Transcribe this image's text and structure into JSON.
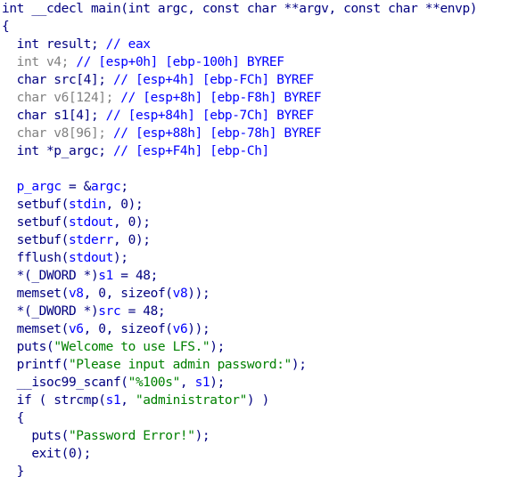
{
  "pseudocode": {
    "lines": [
      {
        "tokens": [
          {
            "t": "int __cdecl main(int argc, const char **argv, const char **envp)",
            "c": "plain"
          }
        ]
      },
      {
        "tokens": [
          {
            "t": "{",
            "c": "plain"
          }
        ]
      },
      {
        "tokens": [
          {
            "t": "  int result; ",
            "c": "plain"
          },
          {
            "t": "// eax",
            "c": "cmt"
          }
        ]
      },
      {
        "tokens": [
          {
            "t": "  int v4; ",
            "c": "unused"
          },
          {
            "t": "// [esp+0h] [ebp-100h] BYREF",
            "c": "cmt"
          }
        ]
      },
      {
        "tokens": [
          {
            "t": "  char src[4]; ",
            "c": "plain"
          },
          {
            "t": "// [esp+4h] [ebp-FCh] BYREF",
            "c": "cmt"
          }
        ]
      },
      {
        "tokens": [
          {
            "t": "  char v6[124]; ",
            "c": "unused"
          },
          {
            "t": "// [esp+8h] [ebp-F8h] BYREF",
            "c": "cmt"
          }
        ]
      },
      {
        "tokens": [
          {
            "t": "  char s1[4]; ",
            "c": "plain"
          },
          {
            "t": "// [esp+84h] [ebp-7Ch] BYREF",
            "c": "cmt"
          }
        ]
      },
      {
        "tokens": [
          {
            "t": "  char v8[96]; ",
            "c": "unused"
          },
          {
            "t": "// [esp+88h] [ebp-78h] BYREF",
            "c": "cmt"
          }
        ]
      },
      {
        "tokens": [
          {
            "t": "  int *p_argc; ",
            "c": "plain"
          },
          {
            "t": "// [esp+F4h] [ebp-Ch]",
            "c": "cmt"
          }
        ]
      },
      {
        "tokens": [
          {
            "t": "",
            "c": "plain"
          }
        ]
      },
      {
        "tokens": [
          {
            "t": "  ",
            "c": "plain"
          },
          {
            "t": "p_argc",
            "c": "var"
          },
          {
            "t": " = &",
            "c": "plain"
          },
          {
            "t": "argc",
            "c": "var"
          },
          {
            "t": ";",
            "c": "plain"
          }
        ]
      },
      {
        "tokens": [
          {
            "t": "  setbuf(",
            "c": "plain"
          },
          {
            "t": "stdin",
            "c": "var"
          },
          {
            "t": ", 0);",
            "c": "plain"
          }
        ]
      },
      {
        "tokens": [
          {
            "t": "  setbuf(",
            "c": "plain"
          },
          {
            "t": "stdout",
            "c": "var"
          },
          {
            "t": ", 0);",
            "c": "plain"
          }
        ]
      },
      {
        "tokens": [
          {
            "t": "  setbuf(",
            "c": "plain"
          },
          {
            "t": "stderr",
            "c": "var"
          },
          {
            "t": ", 0);",
            "c": "plain"
          }
        ]
      },
      {
        "tokens": [
          {
            "t": "  fflush(",
            "c": "plain"
          },
          {
            "t": "stdout",
            "c": "var"
          },
          {
            "t": ");",
            "c": "plain"
          }
        ]
      },
      {
        "tokens": [
          {
            "t": "  *(_DWORD *)",
            "c": "plain"
          },
          {
            "t": "s1",
            "c": "var"
          },
          {
            "t": " = 48;",
            "c": "plain"
          }
        ]
      },
      {
        "tokens": [
          {
            "t": "  memset(",
            "c": "plain"
          },
          {
            "t": "v8",
            "c": "var"
          },
          {
            "t": ", 0, sizeof(",
            "c": "plain"
          },
          {
            "t": "v8",
            "c": "var"
          },
          {
            "t": "));",
            "c": "plain"
          }
        ]
      },
      {
        "tokens": [
          {
            "t": "  *(_DWORD *)",
            "c": "plain"
          },
          {
            "t": "src",
            "c": "var"
          },
          {
            "t": " = 48;",
            "c": "plain"
          }
        ]
      },
      {
        "tokens": [
          {
            "t": "  memset(",
            "c": "plain"
          },
          {
            "t": "v6",
            "c": "var"
          },
          {
            "t": ", 0, sizeof(",
            "c": "plain"
          },
          {
            "t": "v6",
            "c": "var"
          },
          {
            "t": "));",
            "c": "plain"
          }
        ]
      },
      {
        "tokens": [
          {
            "t": "  puts(",
            "c": "plain"
          },
          {
            "t": "\"Welcome to use LFS.\"",
            "c": "str"
          },
          {
            "t": ");",
            "c": "plain"
          }
        ]
      },
      {
        "tokens": [
          {
            "t": "  printf(",
            "c": "plain"
          },
          {
            "t": "\"Please input admin password:\"",
            "c": "str"
          },
          {
            "t": ");",
            "c": "plain"
          }
        ]
      },
      {
        "tokens": [
          {
            "t": "  __isoc99_scanf(",
            "c": "plain"
          },
          {
            "t": "\"%100s\"",
            "c": "str"
          },
          {
            "t": ", ",
            "c": "plain"
          },
          {
            "t": "s1",
            "c": "var"
          },
          {
            "t": ");",
            "c": "plain"
          }
        ]
      },
      {
        "tokens": [
          {
            "t": "  if ( strcmp(",
            "c": "plain"
          },
          {
            "t": "s1",
            "c": "var"
          },
          {
            "t": ", ",
            "c": "plain"
          },
          {
            "t": "\"administrator\"",
            "c": "str"
          },
          {
            "t": ") )",
            "c": "plain"
          }
        ]
      },
      {
        "tokens": [
          {
            "t": "  {",
            "c": "plain"
          }
        ]
      },
      {
        "tokens": [
          {
            "t": "    puts(",
            "c": "plain"
          },
          {
            "t": "\"Password Error!\"",
            "c": "str"
          },
          {
            "t": ");",
            "c": "plain"
          }
        ]
      },
      {
        "tokens": [
          {
            "t": "    exit(0);",
            "c": "plain"
          }
        ]
      },
      {
        "tokens": [
          {
            "t": "  }",
            "c": "plain"
          }
        ]
      }
    ]
  },
  "colors": {
    "plain": "#000080",
    "var": "#0000ff",
    "cmt": "#0000ff",
    "unused": "#808080",
    "str": "#008000",
    "background": "#ffffff"
  }
}
